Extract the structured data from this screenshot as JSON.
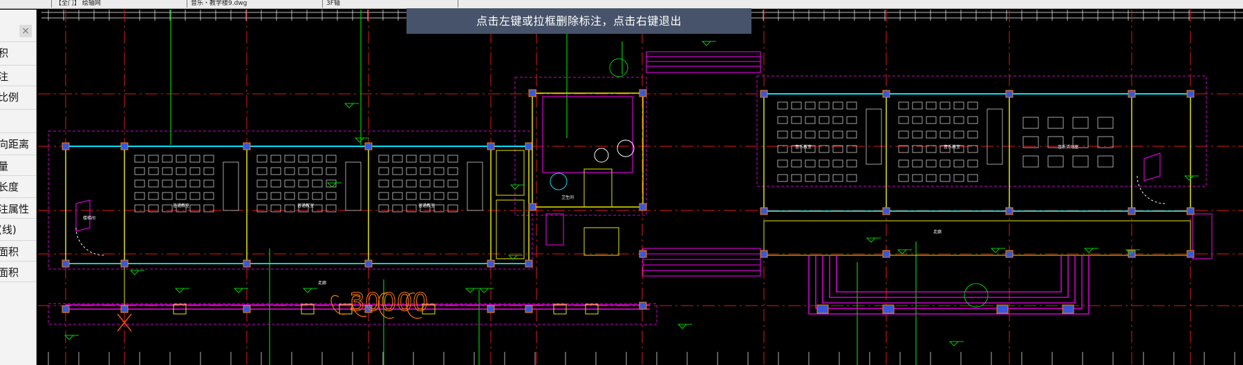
{
  "topbar": {
    "segments": [
      "【全门】 绘轴网",
      "音乐・教学楼9.dwg",
      "3F轴"
    ]
  },
  "left_panel": {
    "close_icon": "×",
    "items": [
      "积",
      "注",
      "比例",
      "",
      "向距离",
      "量",
      "长度",
      "注属性",
      "(线)",
      "面积",
      "面积",
      ""
    ]
  },
  "tooltip": "点击左键或拉框删除标注，点击右键退出",
  "drawing": {
    "room_labels": [
      "普通教室",
      "普通教室",
      "普通教室",
      "音乐教室",
      "音乐教室",
      "音乐活动室",
      "楼梯间",
      "走廊",
      "走廊",
      "卫生间"
    ],
    "dimension_text": "30000",
    "colors": {
      "background": "#000000",
      "walls": "#ffff00",
      "windows": "#00ffff",
      "axis": "#ff0000",
      "annotation": "#ff00ff",
      "text": "#ffffff",
      "green": "#00ff00"
    }
  }
}
